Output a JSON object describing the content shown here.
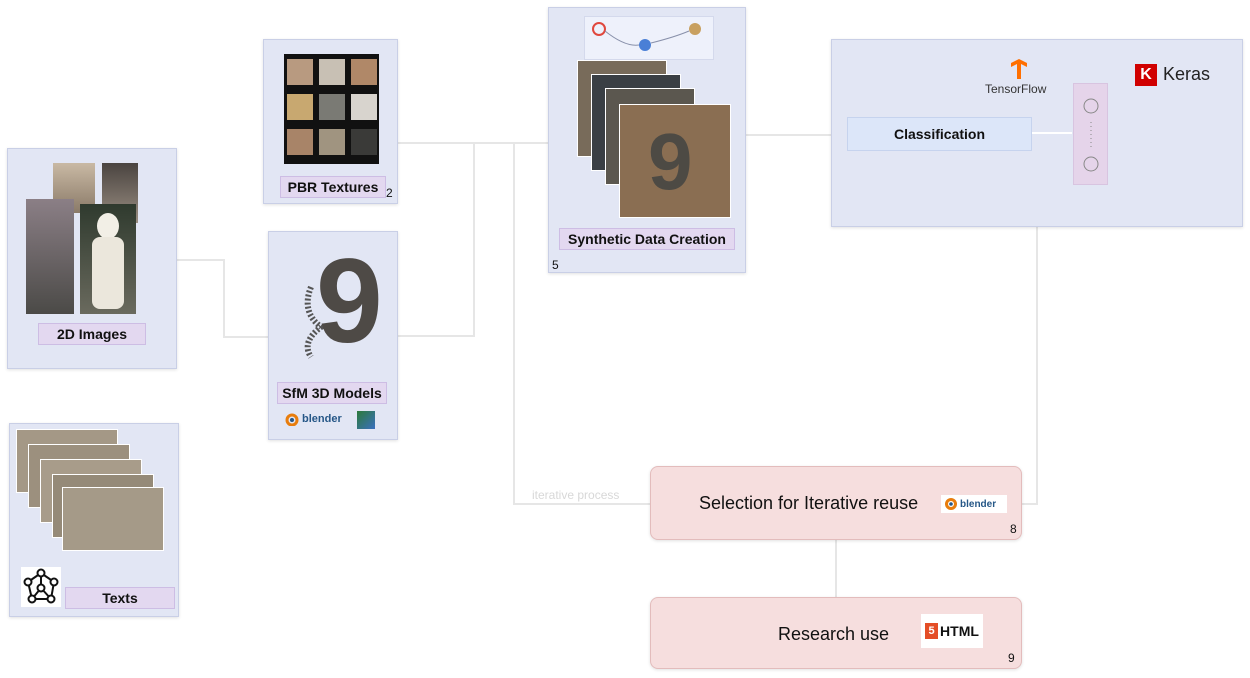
{
  "nodes": {
    "images": {
      "label": "2D Images"
    },
    "texts": {
      "label": "Texts"
    },
    "pbr": {
      "label": "PBR Textures",
      "step": "2"
    },
    "sfm": {
      "label": "SfM 3D Models",
      "logo": "blender"
    },
    "synthetic": {
      "label": "Synthetic Data Creation",
      "step": "5"
    },
    "classification": {
      "label": "Classification",
      "framework1": "TensorFlow",
      "framework2": "Keras",
      "keras_letter": "K"
    },
    "selection": {
      "label": "Selection for Iterative reuse",
      "logo": "blender",
      "step": "8"
    },
    "research": {
      "label": "Research use",
      "logo": "HTML",
      "html_digit": "5",
      "step": "9"
    }
  },
  "connectors": {
    "iterative_label": "iterative process"
  },
  "colors": {
    "panel": "#e2e6f4",
    "label": "#e3d8f0",
    "pink": "#f6dede",
    "keras": "#d00000",
    "tensorflow": "#ff6f00",
    "html5": "#e44d26"
  }
}
